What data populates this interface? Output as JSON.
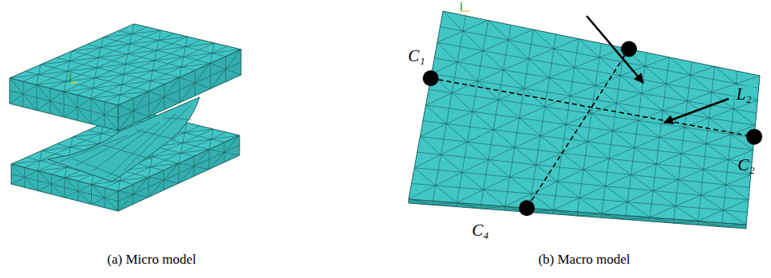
{
  "diagram": {
    "labels": [
      "C₁",
      "L₂",
      "C₂",
      "C₄",
      "(a) Micro model",
      "(b) Macro model"
    ]
  }
}
